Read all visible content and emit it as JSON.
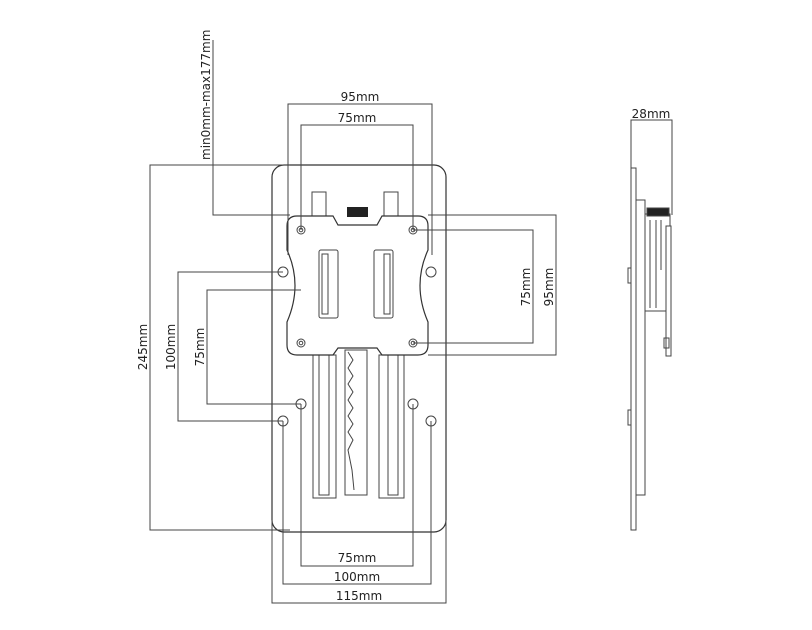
{
  "diagram": {
    "front_view": {
      "top_dimensions": [
        "95mm",
        "75mm"
      ],
      "bottom_dimensions": [
        "75mm",
        "100mm",
        "115mm"
      ],
      "left_dimensions": [
        "245mm",
        "100mm",
        "75mm"
      ],
      "right_dimensions": [
        "75mm",
        "95mm"
      ],
      "extension_range": "min0mm-max177mm"
    },
    "side_view": {
      "depth": "28mm"
    }
  }
}
